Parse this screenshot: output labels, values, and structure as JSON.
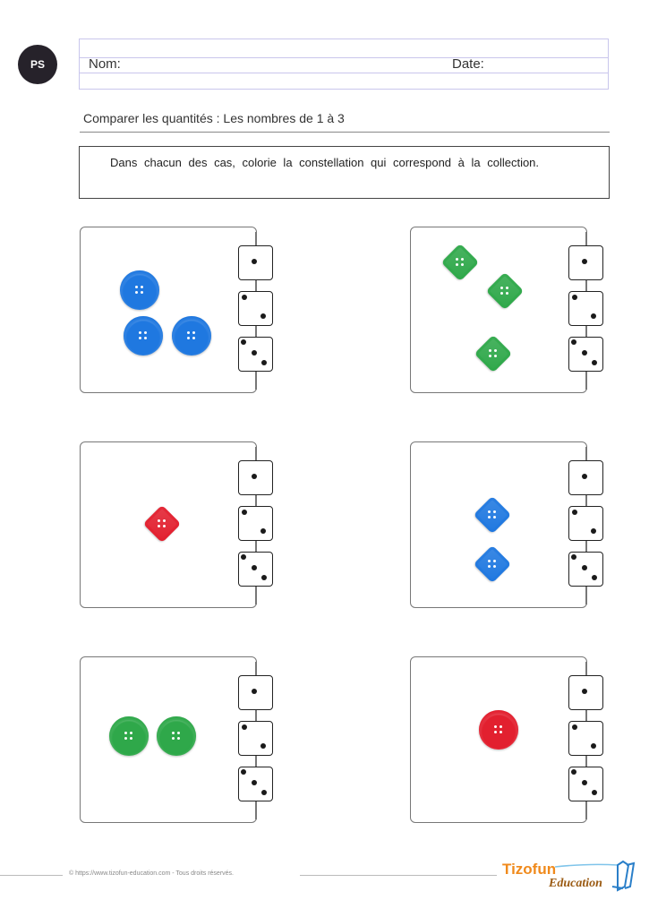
{
  "header": {
    "level_badge": "PS",
    "name_label": "Nom:",
    "date_label": "Date:"
  },
  "title": "Comparer les quantités : Les nombres de 1 à 3",
  "instruction": "Dans chacun des cas, colorie la constellation qui correspond à la collection.",
  "exercises": [
    {
      "id": 1,
      "item_shape": "round",
      "item_color": "#1f78e0",
      "count": 3,
      "dice_options": [
        1,
        2,
        3
      ]
    },
    {
      "id": 2,
      "item_shape": "diamond",
      "item_color": "#2fa84a",
      "count": 3,
      "dice_options": [
        1,
        2,
        3
      ]
    },
    {
      "id": 3,
      "item_shape": "diamond",
      "item_color": "#e2202f",
      "count": 1,
      "dice_options": [
        1,
        2,
        3
      ]
    },
    {
      "id": 4,
      "item_shape": "diamond",
      "item_color": "#1f78e0",
      "count": 2,
      "dice_options": [
        1,
        2,
        3
      ]
    },
    {
      "id": 5,
      "item_shape": "round",
      "item_color": "#2fa84a",
      "count": 2,
      "dice_options": [
        1,
        2,
        3
      ]
    },
    {
      "id": 6,
      "item_shape": "round",
      "item_color": "#e2202f",
      "count": 1,
      "dice_options": [
        1,
        2,
        3
      ]
    }
  ],
  "footer": {
    "copyright": "© https://www.tizofun-education.com - Tous droits réservés.",
    "logo_top": "Tizofun",
    "logo_bottom": "Education"
  },
  "colors": {
    "blue": "#1f78e0",
    "green": "#2fa84a",
    "red": "#e2202f",
    "badge": "#26222a",
    "header_lines": "#c9c6ec",
    "logo_orange": "#f08a1c"
  }
}
